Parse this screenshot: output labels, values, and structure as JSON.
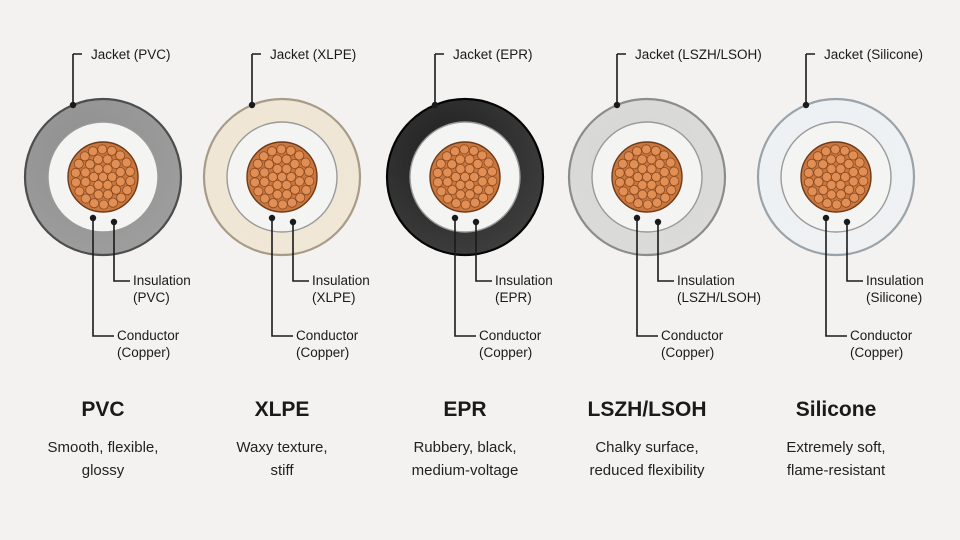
{
  "cables": [
    {
      "key": "pvc",
      "jacket_label": "Jacket (PVC)",
      "insulation_line1": "Insulation",
      "insulation_line2": "(PVC)",
      "conductor_line1": "Conductor",
      "conductor_line2": "(Copper)",
      "title": "PVC",
      "desc_line1": "Smooth, flexible,",
      "desc_line2": "glossy",
      "jacket_color": "#8f8f8f",
      "jacket_edge": "#4d4d4d"
    },
    {
      "key": "xlpe",
      "jacket_label": "Jacket (XLPE)",
      "insulation_line1": "Insulation",
      "insulation_line2": "(XLPE)",
      "conductor_line1": "Conductor",
      "conductor_line2": "(Copper)",
      "title": "XLPE",
      "desc_line1": "Waxy texture,",
      "desc_line2": "stiff",
      "jacket_color": "#efe5d3",
      "jacket_edge": "#a89c88"
    },
    {
      "key": "epr",
      "jacket_label": "Jacket (EPR)",
      "insulation_line1": "Insulation",
      "insulation_line2": "(EPR)",
      "conductor_line1": "Conductor",
      "conductor_line2": "(Copper)",
      "title": "EPR",
      "desc_line1": "Rubbery, black,",
      "desc_line2": "medium-voltage",
      "jacket_color": "#1f1f1f",
      "jacket_edge": "#050505"
    },
    {
      "key": "lszh",
      "jacket_label": "Jacket (LSZH/LSOH)",
      "insulation_line1": "Insulation",
      "insulation_line2": "(LSZH/LSOH)",
      "conductor_line1": "Conductor",
      "conductor_line2": "(Copper)",
      "title": "LSZH/LSOH",
      "desc_line1": "Chalky surface,",
      "desc_line2": "reduced flexibility",
      "jacket_color": "#d7d7d5",
      "jacket_edge": "#8c8c8a"
    },
    {
      "key": "silicone",
      "jacket_label": "Jacket (Silicone)",
      "insulation_line1": "Insulation",
      "insulation_line2": "(Silicone)",
      "conductor_line1": "Conductor",
      "conductor_line2": "(Copper)",
      "title": "Silicone",
      "desc_line1": "Extremely soft,",
      "desc_line2": "flame-resistant",
      "jacket_color": "#eef1f3",
      "jacket_edge": "#9aa3a9"
    }
  ],
  "colors": {
    "background": "#f3f2f1",
    "insulation": "#f4f4f3",
    "copper": "#e18f55",
    "copper_strand_edge": "#8a4a20",
    "leader_line": "#1a1a1a"
  }
}
